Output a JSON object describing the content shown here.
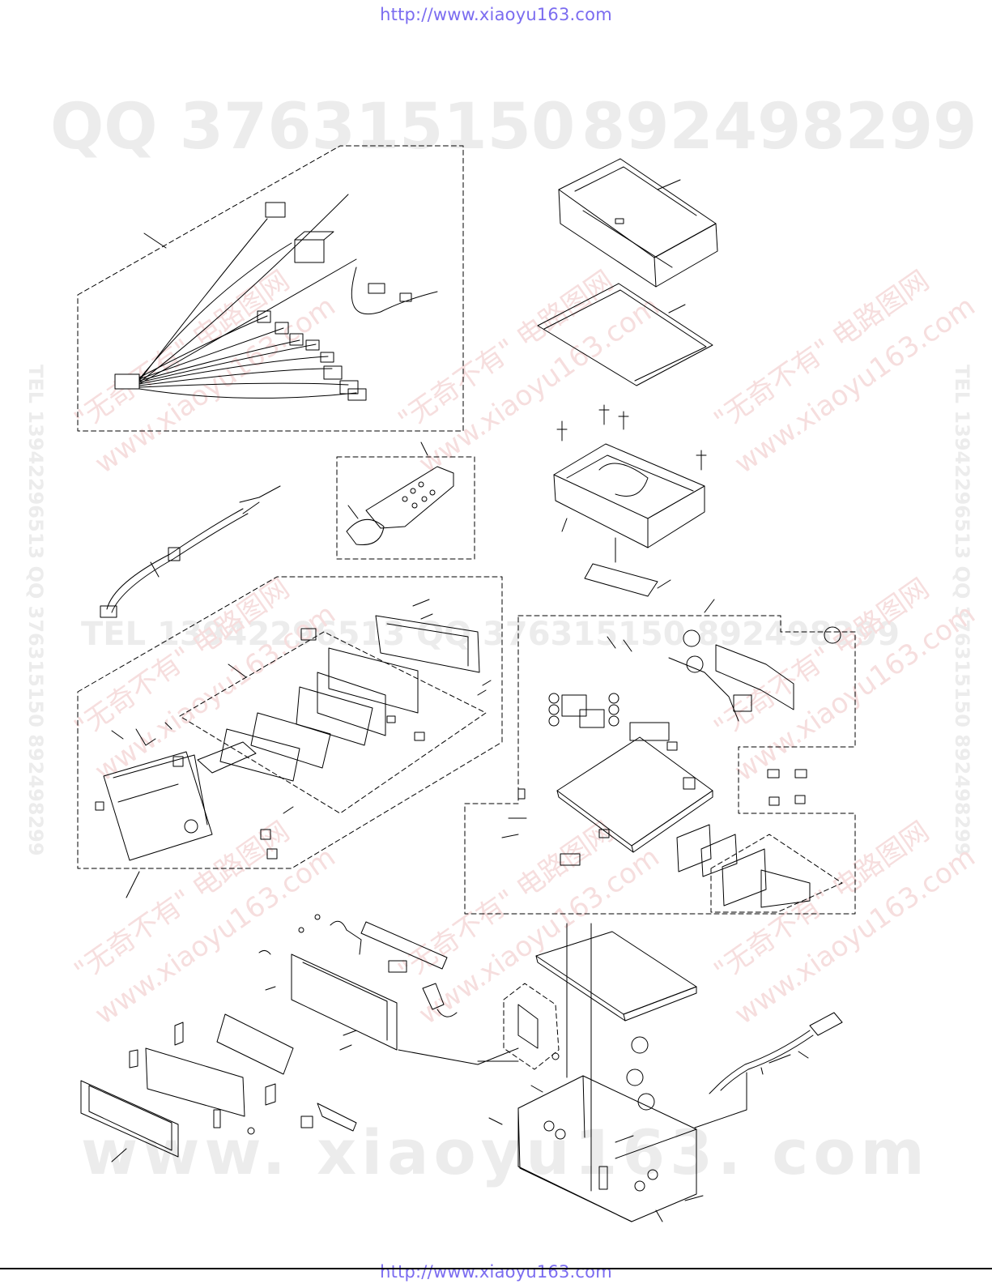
{
  "header": {
    "url": "http://www.xiaoyu163.com"
  },
  "footer": {
    "url": "http://www.xiaoyu163.com"
  },
  "watermarks": {
    "qq_line": "QQ 376315150",
    "number_line": "892498299",
    "tel_vertical": "TEL 13942296513  QQ 376315150  892498299",
    "tel_mid": "TEL 13942296513  QQ 376315150  892498299",
    "diagonal_cn": "\"无奇不有\" 电路图网",
    "diagonal_url": "www.xiaoyu163.com",
    "bottom_www": "www. xiaoyu163. com"
  },
  "colors": {
    "url_text": "#7b6cf0",
    "watermark_gray": "#ececec",
    "watermark_pink": "#f6dede",
    "line_art": "#000000"
  },
  "diagram": {
    "subject": "exploded view line drawing of car audio head unit",
    "groups": [
      "wiring-harness-assembly",
      "remote-control-assembly",
      "antenna-adapter-cable",
      "front-panel-assembly",
      "metal-chassis-sleeve",
      "cd-mechanism-assembly",
      "main-pcb-assembly",
      "display-holder-assembly",
      "main-chassis-assembly",
      "trim-frame",
      "extension-cable"
    ]
  }
}
